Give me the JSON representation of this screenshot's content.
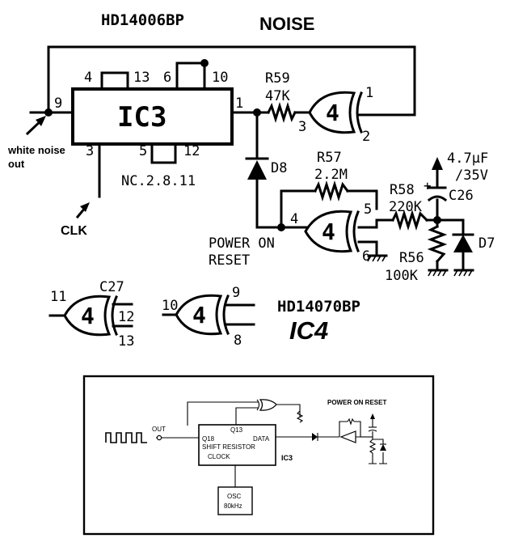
{
  "header": {
    "ic3_part": "HD14006BP",
    "title": "NOISE"
  },
  "ic3": {
    "label": "IC3",
    "pins": {
      "p4": "4",
      "p13": "13",
      "p6": "6",
      "p10": "10",
      "p1": "1",
      "p9": "9",
      "p3": "3",
      "p5": "5",
      "p12": "12"
    },
    "nc_note": "NC.2.8.11",
    "white_noise_label_line1": "white noise",
    "white_noise_label_line2": "out",
    "clk_label": "CLK"
  },
  "r59": {
    "name": "R59",
    "value": "47K"
  },
  "gate_a": {
    "label": "4",
    "pin_in1": "1",
    "pin_in2": "2",
    "pin_in3": "3"
  },
  "d8": {
    "name": "D8"
  },
  "r57": {
    "name": "R57",
    "value": "2.2M"
  },
  "gate_b": {
    "label": "4",
    "pin_in": "4",
    "pin_5": "5",
    "pin_6": "6"
  },
  "power_on_reset": {
    "line1": "POWER ON",
    "line2": "RESET"
  },
  "r58": {
    "name": "R58",
    "value": "220K"
  },
  "c26": {
    "name": "C26",
    "value1": "4.7µF",
    "value2": "/35V",
    "plus": "+"
  },
  "r56": {
    "name": "R56",
    "value": "100K"
  },
  "d7": {
    "name": "D7"
  },
  "gate_c": {
    "label": "4",
    "pin_11": "11",
    "pin_12": "12",
    "pin_13": "13",
    "cap": "C27"
  },
  "gate_d": {
    "label": "4",
    "pin_10": "10",
    "pin_9": "9",
    "pin_8": "8"
  },
  "ic4": {
    "part": "HD14070BP",
    "label": "IC4"
  },
  "block": {
    "out": "OUT",
    "q18": "Q18",
    "q13": "Q13",
    "data": "DATA",
    "shift_register": "SHIFT RESISTOR",
    "clock": "CLOCK",
    "ic3": "IC3",
    "osc_line1": "OSC",
    "osc_line2": "80kHz",
    "power_on_reset": "POWER ON RESET"
  }
}
